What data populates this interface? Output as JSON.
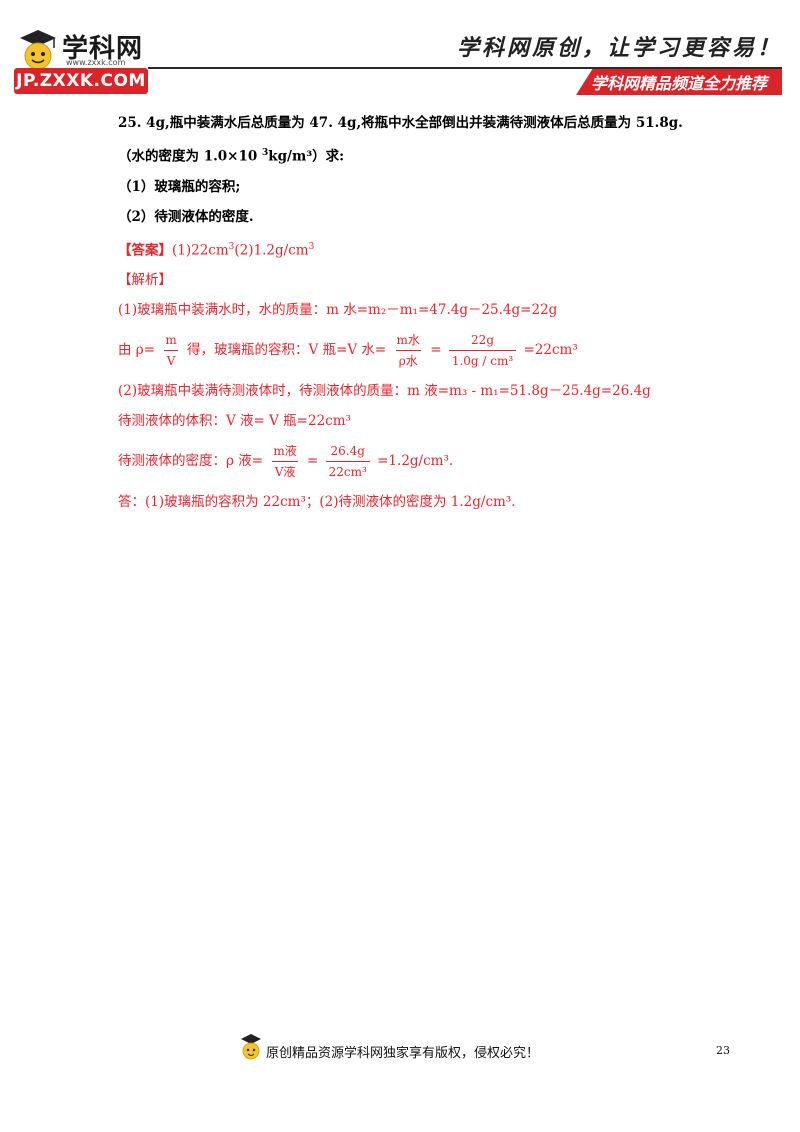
{
  "header": {
    "logo_text": "学科网",
    "logo_url": "www.zxxk.com",
    "badge": "JP.ZXXK.COM",
    "slogan": "学科网原创，让学习更容易！",
    "channel": "学科网精品频道全力推荐"
  },
  "question": {
    "line1": "25. 4g,瓶中装满水后总质量为 47. 4g,将瓶中水全部倒出并装满待测液体后总质量为 51.8g.",
    "line2_pre": "（水的密度为 1.0×10 ",
    "line2_sup": "3",
    "line2_post": "kg/m³）求:",
    "line3": "（1）玻璃瓶的容积;",
    "line4": "（2）待测液体的密度."
  },
  "answer": {
    "tag": "【答案】",
    "a1": "(1)22cm",
    "a1_sup": "3",
    "a2": "(2)1.2g/cm",
    "a2_sup": "3"
  },
  "analysis": {
    "tag": "【解析】",
    "s1": "(1)玻璃瓶中装满水时，水的质量：m 水=m₂－m₁=47.4g－25.4g=22g",
    "s2_pre": "由 ρ=",
    "s2_frac_num": "m",
    "s2_frac_den": "V",
    "s2_mid": " 得，玻璃瓶的容积：V 瓶=V 水=",
    "s2_frac2_num": "m水",
    "s2_frac2_den": "ρ水",
    "s2_eq": " =",
    "s2_frac3_num": "22g",
    "s2_frac3_den": "1.0g / cm³",
    "s2_post": "=22cm³",
    "s3": "(2)玻璃瓶中装满待测液体时，待测液体的质量：m 液=m₃ - m₁=51.8g－25.4g=26.4g",
    "s4": "待测液体的体积：V 液= V 瓶=22cm³",
    "s5_pre": "待测液体的密度：ρ 液=",
    "s5_frac_num": "m液",
    "s5_frac_den": "V液",
    "s5_eq": "=",
    "s5_frac2_num": "26.4g",
    "s5_frac2_den": "22cm³",
    "s5_post": "=1.2g/cm³.",
    "s6": "答：(1)玻璃瓶的容积为 22cm³；(2)待测液体的密度为 1.2g/cm³."
  },
  "footer": {
    "text": "原创精品资源学科网独家享有版权，侵权必究！",
    "page": "23"
  }
}
